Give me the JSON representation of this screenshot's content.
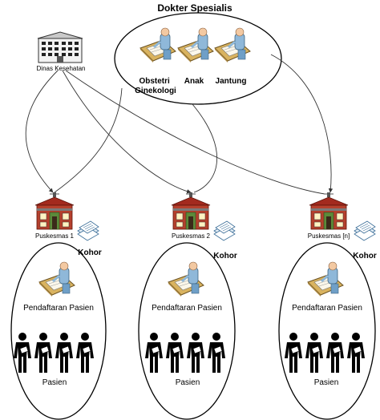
{
  "title": "Dokter Spesialis",
  "dinas": {
    "label": "Dinas Kesehatan"
  },
  "specialists": [
    {
      "label_lines": [
        "Obstetri",
        "Ginekologi"
      ]
    },
    {
      "label_lines": [
        "Anak"
      ]
    },
    {
      "label_lines": [
        "Jantung"
      ]
    }
  ],
  "puskesmas": [
    {
      "label": "Puskesmas 1",
      "kohor": "Kohor",
      "registration": "Pendaftaran Pasien",
      "patients": "Pasien"
    },
    {
      "label": "Puskesmas 2",
      "kohor": "Kohor",
      "registration": "Pendaftaran Pasien",
      "patients": "Pasien"
    },
    {
      "label": "Puskesmas [n]",
      "kohor": "Kohor",
      "registration": "Pendaftaran Pasien",
      "patients": "Pasien"
    }
  ]
}
